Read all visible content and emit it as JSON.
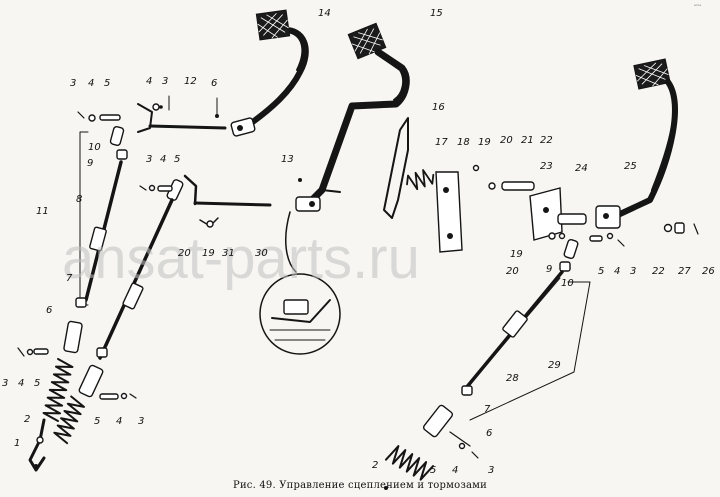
{
  "caption": "Рис. 49. Управление сцеплением и тормозами",
  "watermark": "ansat-parts.ru",
  "corner_mark": "ᵉᵐᵉ",
  "callouts": [
    {
      "id": "c14",
      "text": "14"
    },
    {
      "id": "c15",
      "text": "15"
    },
    {
      "id": "c3a",
      "text": "3"
    },
    {
      "id": "c4a",
      "text": "4"
    },
    {
      "id": "c5a",
      "text": "5"
    },
    {
      "id": "c4b",
      "text": "4"
    },
    {
      "id": "c3b",
      "text": "3"
    },
    {
      "id": "c12",
      "text": "12"
    },
    {
      "id": "c6a",
      "text": "6"
    },
    {
      "id": "c10a",
      "text": "10"
    },
    {
      "id": "c9a",
      "text": "9"
    },
    {
      "id": "c8",
      "text": "8"
    },
    {
      "id": "c11",
      "text": "11"
    },
    {
      "id": "c3c",
      "text": "3"
    },
    {
      "id": "c4c",
      "text": "4"
    },
    {
      "id": "c5c",
      "text": "5"
    },
    {
      "id": "c13",
      "text": "13"
    },
    {
      "id": "c16",
      "text": "16"
    },
    {
      "id": "c17",
      "text": "17"
    },
    {
      "id": "c18",
      "text": "18"
    },
    {
      "id": "c19a",
      "text": "19"
    },
    {
      "id": "c20a",
      "text": "20"
    },
    {
      "id": "c21",
      "text": "21"
    },
    {
      "id": "c22a",
      "text": "22"
    },
    {
      "id": "c23",
      "text": "23"
    },
    {
      "id": "c24",
      "text": "24"
    },
    {
      "id": "c25",
      "text": "25"
    },
    {
      "id": "c20b",
      "text": "20"
    },
    {
      "id": "c19b",
      "text": "19"
    },
    {
      "id": "c31",
      "text": "31"
    },
    {
      "id": "c30",
      "text": "30"
    },
    {
      "id": "c7a",
      "text": "7"
    },
    {
      "id": "c6b",
      "text": "6"
    },
    {
      "id": "c3d",
      "text": "3"
    },
    {
      "id": "c4d",
      "text": "4"
    },
    {
      "id": "c5d",
      "text": "5"
    },
    {
      "id": "c2a",
      "text": "2"
    },
    {
      "id": "c1",
      "text": "1"
    },
    {
      "id": "c5e",
      "text": "5"
    },
    {
      "id": "c4e",
      "text": "4"
    },
    {
      "id": "c3e",
      "text": "3"
    },
    {
      "id": "c19c",
      "text": "19"
    },
    {
      "id": "c20c",
      "text": "20"
    },
    {
      "id": "c9b",
      "text": "9"
    },
    {
      "id": "c10b",
      "text": "10"
    },
    {
      "id": "c5f",
      "text": "5"
    },
    {
      "id": "c4f",
      "text": "4"
    },
    {
      "id": "c3f",
      "text": "3"
    },
    {
      "id": "c22b",
      "text": "22"
    },
    {
      "id": "c27",
      "text": "27"
    },
    {
      "id": "c26",
      "text": "26"
    },
    {
      "id": "c28",
      "text": "28"
    },
    {
      "id": "c29",
      "text": "29"
    },
    {
      "id": "c7b",
      "text": "7"
    },
    {
      "id": "c6c",
      "text": "6"
    },
    {
      "id": "c2b",
      "text": "2"
    },
    {
      "id": "c5g",
      "text": "5"
    },
    {
      "id": "c4g",
      "text": "4"
    },
    {
      "id": "c3g",
      "text": "3"
    }
  ]
}
